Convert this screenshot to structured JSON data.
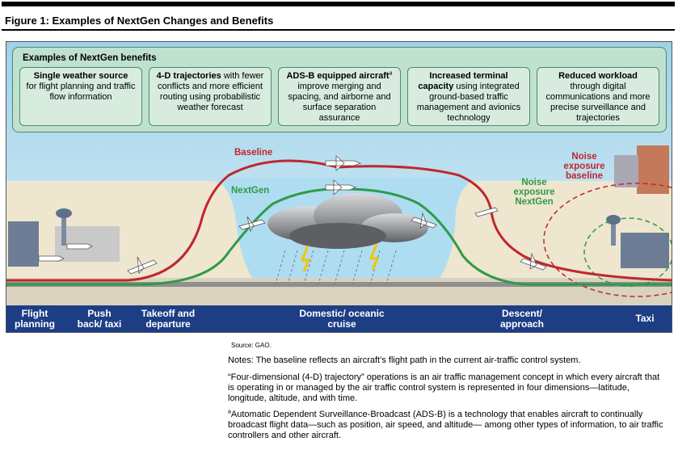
{
  "figure_title": "Figure 1: Examples of NextGen Changes and Benefits",
  "benefits": {
    "title": "Examples of NextGen benefits",
    "items": [
      {
        "bold": "Single weather source",
        "text": "for flight planning and traffic flow information"
      },
      {
        "bold": "4-D trajectories",
        "text": "with fewer conflicts and more efficient routing using probabilistic weather forecast"
      },
      {
        "bold": "ADS-B equipped aircraft",
        "sup": "a",
        "text": "improve merging and spacing, and airborne and surface separation assurance"
      },
      {
        "bold": "Increased terminal capacity",
        "text": "using integrated ground-based traffic management and avionics technology"
      },
      {
        "bold": "Reduced workload",
        "text": "through digital communications and more precise surveillance and trajectories"
      }
    ]
  },
  "diagram": {
    "baseline_label": "Baseline",
    "nextgen_label": "NextGen",
    "noise_baseline_label": "Noise exposure baseline",
    "noise_nextgen_label": "Noise exposure NextGen",
    "colors": {
      "baseline": "#c0272d",
      "nextgen": "#2f9a48",
      "stage_bar": "#1d3e85",
      "benefit_box": "#d7ecdf"
    }
  },
  "stages": [
    "Flight planning",
    "Push back/ taxi",
    "Takeoff and departure",
    "Domestic/ oceanic cruise",
    "Descent/ approach",
    "Taxi"
  ],
  "source": "Source: GAO.",
  "notes": [
    "Notes: The baseline reflects an aircraft’s flight path in the current air-traffic control system.",
    "“Four-dimensional (4-D) trajectory” operations is an air traffic management concept in which every aircraft that is operating in or managed by the air traffic control system is represented in four dimensions—latitude, longitude, altitude, and with time."
  ],
  "footnote": {
    "marker": "a",
    "text": "Automatic Dependent Surveillance-Broadcast (ADS-B) is a technology that enables aircraft to continually broadcast flight data—such as position, air speed, and altitude— among other types of information, to air traffic controllers and other aircraft."
  }
}
